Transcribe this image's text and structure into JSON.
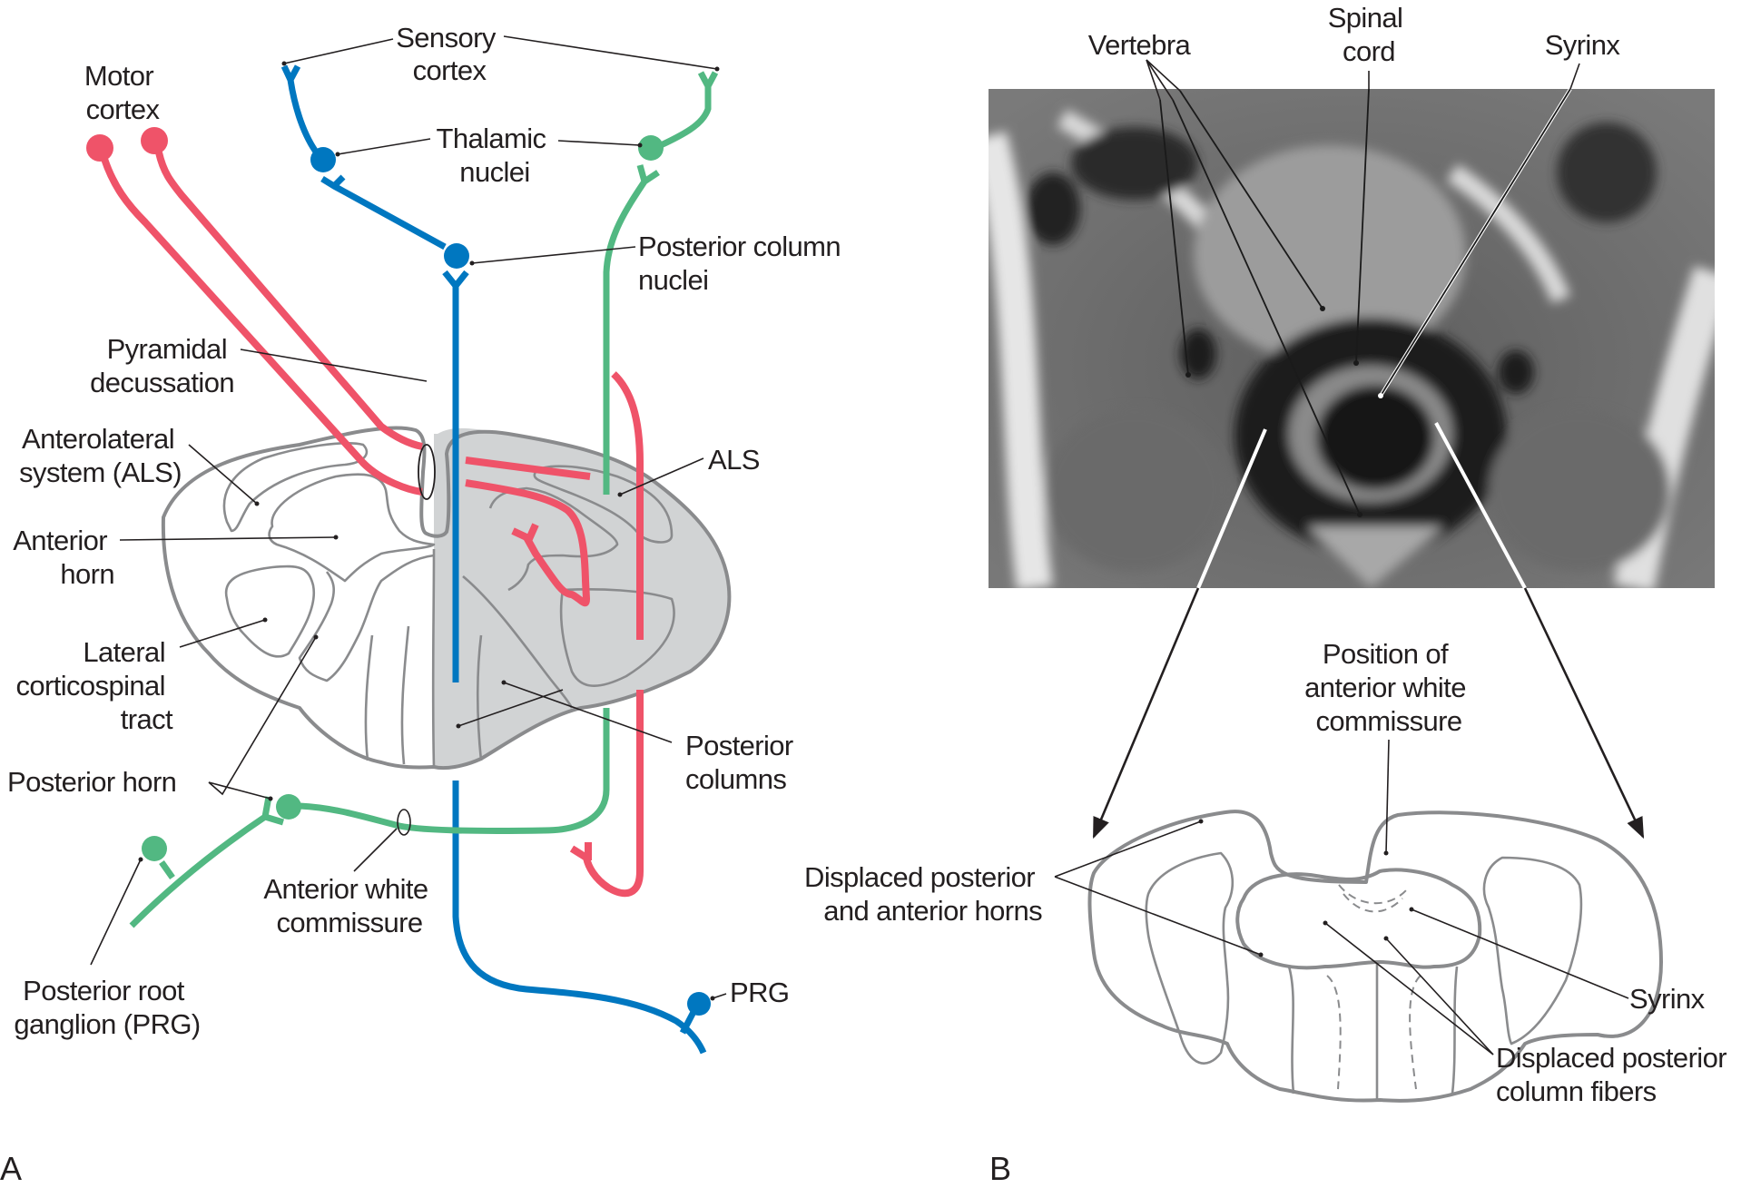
{
  "figure": {
    "panel_a_label": "A",
    "panel_b_label": "B",
    "colors": {
      "motor_tract": "#EF5369",
      "posterior_column_pathway": "#0077C0",
      "anterolateral_system": "#52B882",
      "cord_fill": "#D1D3D4",
      "cord_outline": "#8A8B8D"
    }
  },
  "panel_a": {
    "labels": {
      "sensory_cortex": [
        "Sensory",
        "cortex"
      ],
      "motor_cortex": [
        "Motor",
        "cortex"
      ],
      "thalamic_nuclei": [
        "Thalamic",
        "nuclei"
      ],
      "posterior_column_nuclei": [
        "Posterior column",
        "nuclei"
      ],
      "pyramidal_decussation": [
        "Pyramidal",
        "decussation"
      ],
      "anterolateral_system": [
        "Anterolateral",
        "system (ALS)"
      ],
      "als": [
        "ALS"
      ],
      "anterior_horn": [
        "Anterior",
        "horn"
      ],
      "lateral_corticospinal_tract": [
        "Lateral",
        "corticospinal",
        "tract"
      ],
      "posterior_horn": [
        "Posterior horn"
      ],
      "posterior_columns": [
        "Posterior",
        "columns"
      ],
      "anterior_white_commissure": [
        "Anterior white",
        "commissure"
      ],
      "posterior_root_ganglion": [
        "Posterior root",
        "ganglion (PRG)"
      ],
      "prg": [
        "PRG"
      ]
    }
  },
  "panel_b": {
    "labels": {
      "vertebra": [
        "Vertebra"
      ],
      "spinal_cord": [
        "Spinal",
        "cord"
      ],
      "syrinx_top": [
        "Syrinx"
      ],
      "position_awc": [
        "Position of",
        "anterior white",
        "commissure"
      ],
      "displaced_horns": [
        "Displaced posterior",
        "and anterior horns"
      ],
      "syrinx_bottom": [
        "Syrinx"
      ],
      "displaced_pc_fibers": [
        "Displaced posterior",
        "column fibers"
      ]
    },
    "mri_image": "axial MRI of cervical spine with syrinx (grayscale)"
  }
}
